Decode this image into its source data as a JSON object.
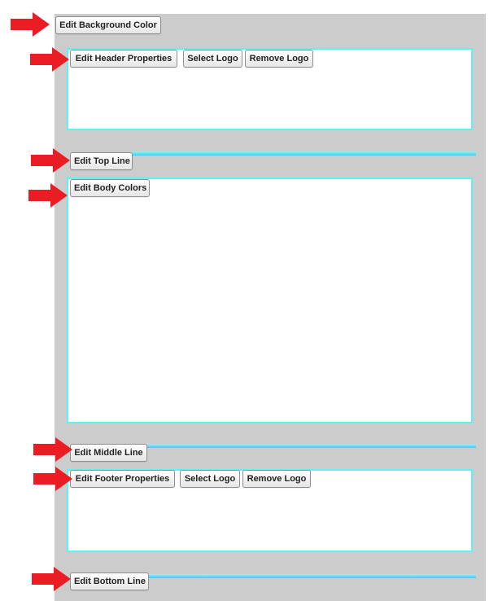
{
  "buttons": {
    "edit_background_color": "Edit Background Color",
    "edit_header_properties": "Edit Header Properties",
    "header_select_logo": "Select Logo",
    "header_remove_logo": "Remove Logo",
    "edit_top_line": "Edit Top Line",
    "edit_body_colors": "Edit Body Colors",
    "edit_middle_line": "Edit Middle Line",
    "edit_footer_properties": "Edit Footer Properties",
    "footer_select_logo": "Select Logo",
    "footer_remove_logo": "Remove Logo",
    "edit_bottom_line": "Edit Bottom Line"
  },
  "colors": {
    "page_background": "#cccccc",
    "panel_border": "#5ff2f4",
    "line_color": "#4fc6f2",
    "arrow_color": "#ea1c24"
  },
  "icons": {
    "pointer": "red-arrow-icon"
  }
}
